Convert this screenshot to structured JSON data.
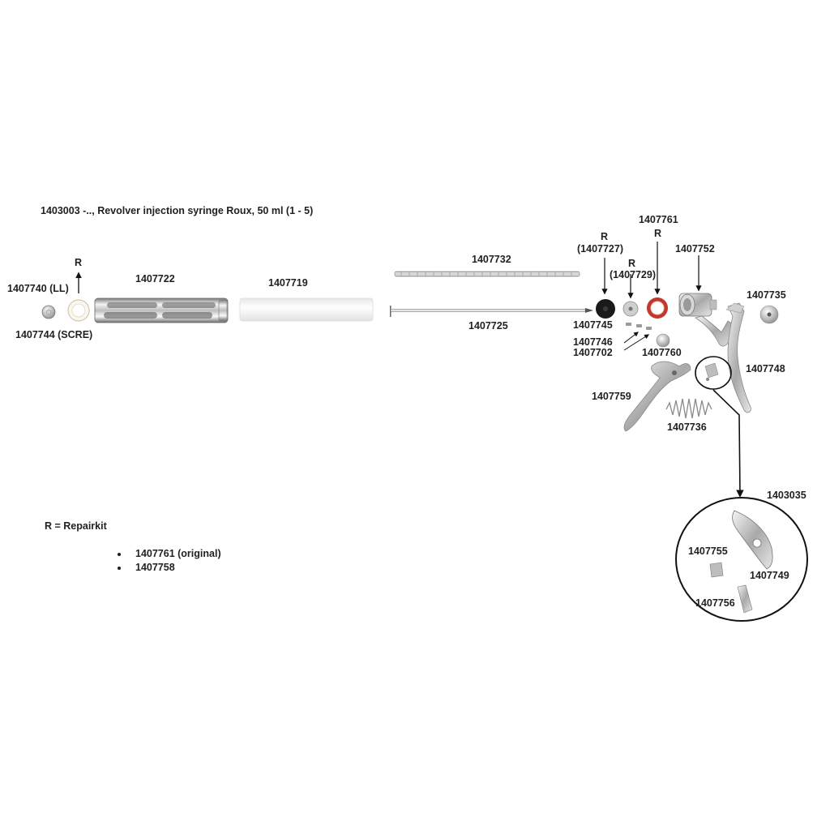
{
  "title": "1403003 -.., Revolver injection syringe Roux, 50 ml (1 - 5)",
  "repair_marker": "R",
  "legend": "R = Repairkit",
  "repairkit_items": [
    "1407761 (original)",
    "1407758"
  ],
  "labels": {
    "p1407740": "1407740 (LL)",
    "p1407744": "1407744 (SCRE)",
    "p1407722": "1407722",
    "p1407719": "1407719",
    "p1407732": "1407732",
    "p1407725": "1407725",
    "p1407727": "(1407727)",
    "p1407729": "(1407729)",
    "p1407761": "1407761",
    "p1407752": "1407752",
    "p1407735": "1407735",
    "p1407745": "1407745",
    "p1407746": "1407746",
    "p1407702": "1407702",
    "p1407760": "1407760",
    "p1407748": "1407748",
    "p1407759": "1407759",
    "p1407736": "1407736",
    "p1403035": "1403035",
    "p1407755": "1407755",
    "p1407749": "1407749",
    "p1407756": "1407756"
  },
  "colors": {
    "text": "#231f20",
    "metal_light": "#eeeeee",
    "metal_dark": "#8a8a8a",
    "seal_red": "#c0392b",
    "plunger_black": "#1a1a1a",
    "glass": "#f2f2f2"
  }
}
